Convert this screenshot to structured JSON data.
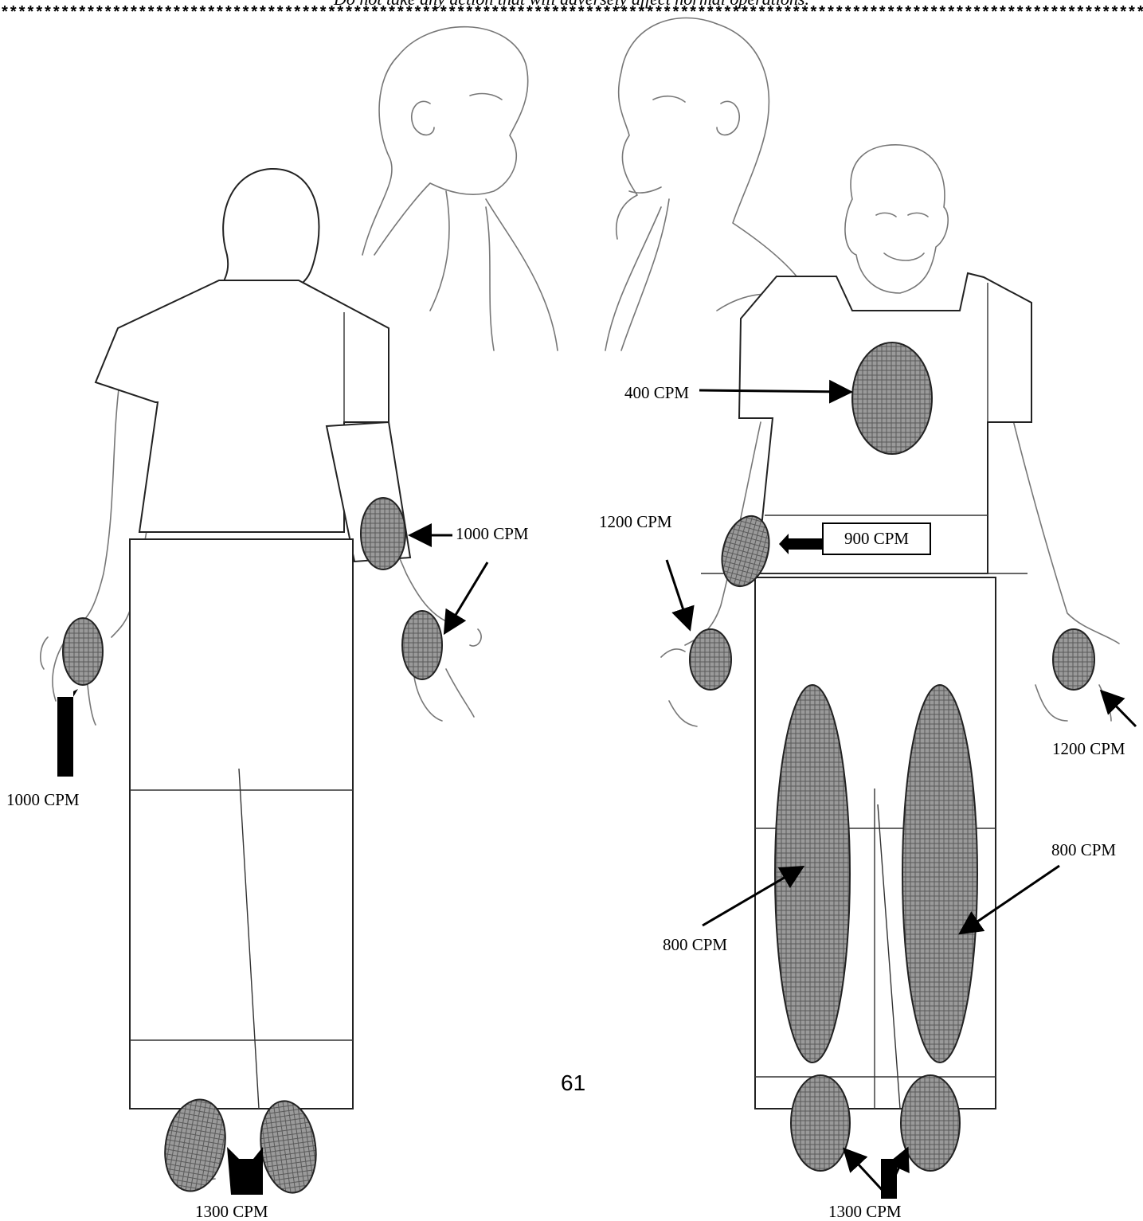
{
  "header": {
    "notice": "Do not take any action that will adversely affect normal operations.",
    "separator": "**************************************************************************************************************************************"
  },
  "page_number": "61",
  "figure": {
    "back_view": {
      "labels": {
        "forearm": "1000 CPM",
        "palm": "1000 CPM",
        "feet": "1300 CPM"
      }
    },
    "front_view": {
      "labels": {
        "chest": "400 CPM",
        "right_forearm": "1200 CPM",
        "waist": "900 CPM",
        "left_palm": "1200 CPM",
        "right_leg": "800 CPM",
        "left_leg": "800 CPM",
        "feet": "1300 CPM"
      }
    }
  },
  "colors": {
    "spot_fill": "#8a8a8a",
    "outline": "#222222"
  }
}
